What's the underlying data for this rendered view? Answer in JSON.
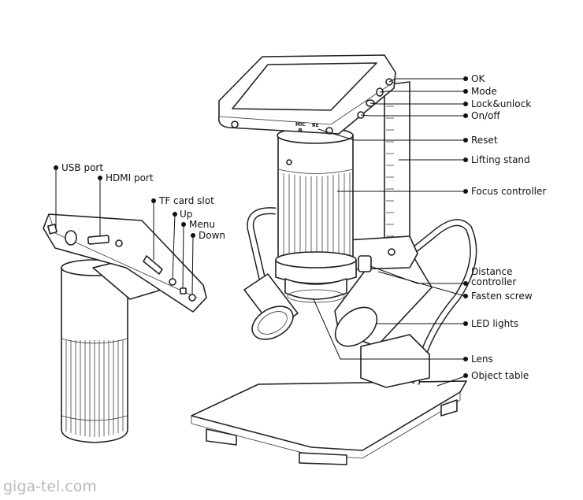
{
  "labels": {
    "ok": "OK",
    "mode": "Mode",
    "lock_unlock": "Lock&unlock",
    "on_off": "On/off",
    "reset": "Reset",
    "lifting_stand": "Lifting stand",
    "focus_controller": "Focus controller",
    "distance_controller_line1": "Distance",
    "distance_controller_line2": "controller",
    "fasten_screw": "Fasten screw",
    "led_lights": "LED lights",
    "lens": "Lens",
    "object_table": "Object table",
    "usb_port": "USB port",
    "hdmi_port": "HDMI port",
    "tf_card_slot": "TF card slot",
    "up": "Up",
    "menu": "Menu",
    "down": "Down"
  },
  "device_marks": {
    "mic": "MIC",
    "re": "RE"
  },
  "watermark": "giga-tel.com"
}
